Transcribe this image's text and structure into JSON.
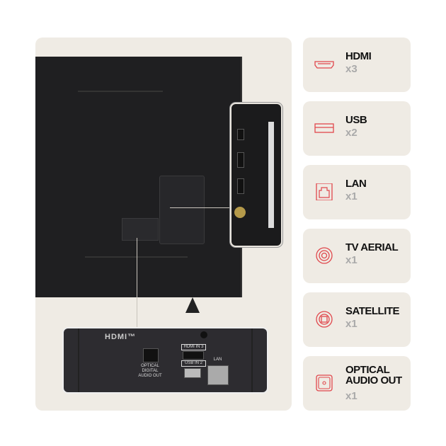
{
  "bottom_panel": {
    "hdmi_logo": "HDMI™",
    "optical_label": "OPTICAL DIGITAL AUDIO OUT",
    "hdmi_in_label": "HDMI IN 3",
    "usb_in_label": "USB IN 2",
    "lan_label": "LAN"
  },
  "ports": [
    {
      "name": "HDMI",
      "count": "x3",
      "icon": "hdmi-icon"
    },
    {
      "name": "USB",
      "count": "x2",
      "icon": "usb-icon"
    },
    {
      "name": "LAN",
      "count": "x1",
      "icon": "lan-icon"
    },
    {
      "name": "TV AERIAL",
      "count": "x1",
      "icon": "aerial-icon"
    },
    {
      "name": "SATELLITE",
      "count": "x1",
      "icon": "satellite-icon"
    },
    {
      "name": "OPTICAL AUDIO OUT",
      "count": "x1",
      "icon": "optical-icon"
    }
  ],
  "accent": "#e0474c"
}
